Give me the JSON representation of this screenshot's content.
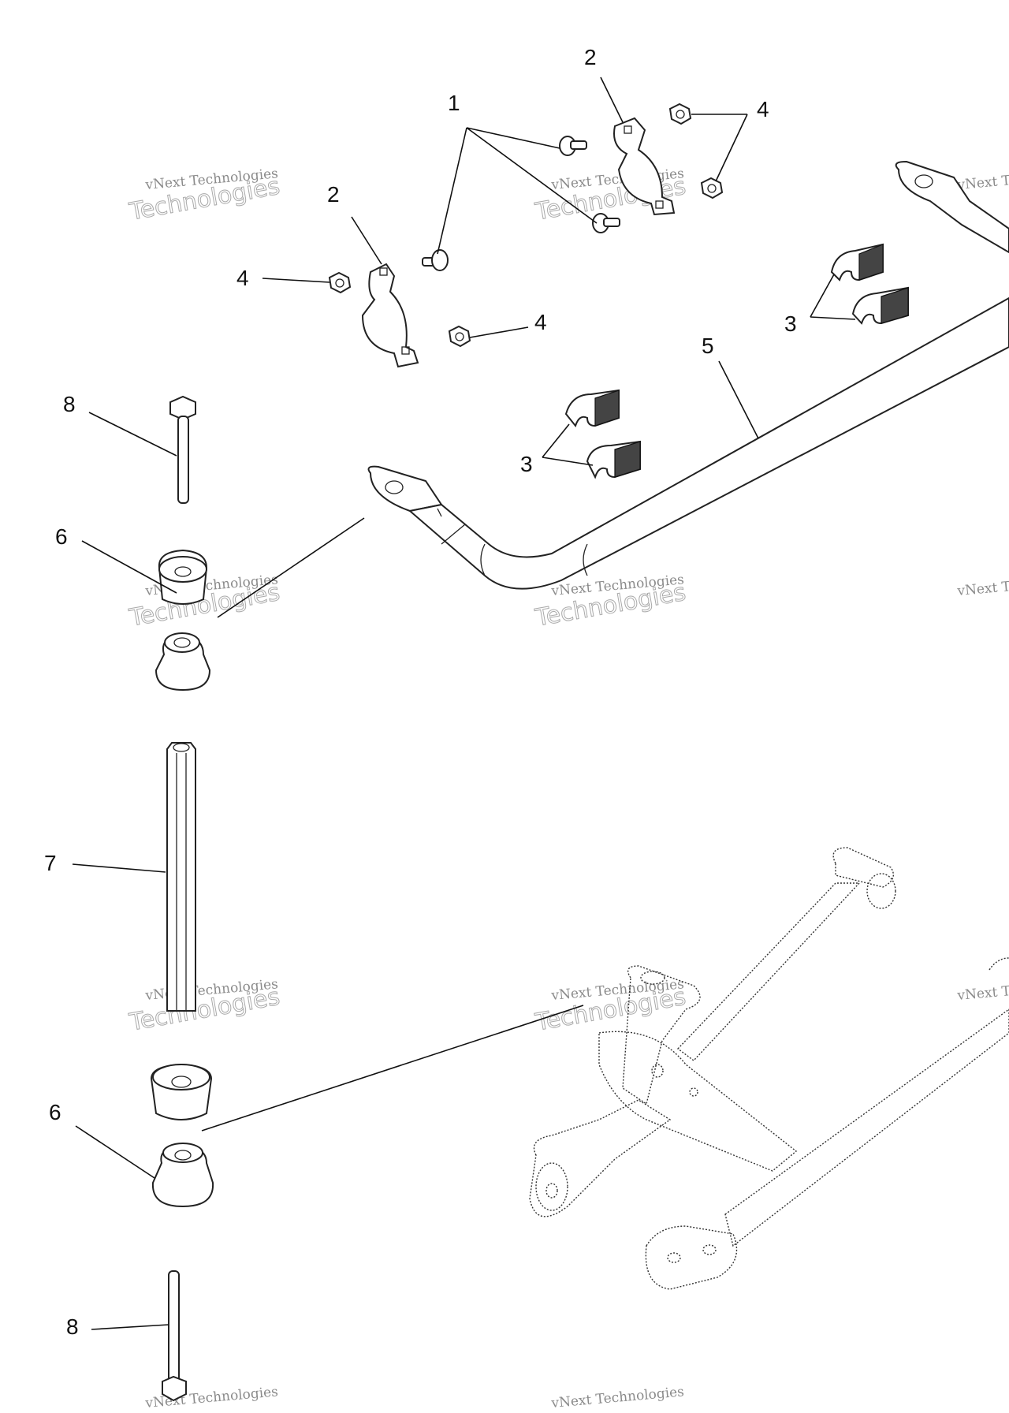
{
  "watermark": {
    "line1": "vNext Technologies",
    "line2": "Technologies",
    "logo": "vNext"
  },
  "callouts": {
    "c1": "1",
    "c2a": "2",
    "c2b": "2",
    "c3a": "3",
    "c3b": "3",
    "c4a": "4",
    "c4b": "4",
    "c4c": "4",
    "c5": "5",
    "c6a": "6",
    "c6b": "6",
    "c7": "7",
    "c8a": "8",
    "c8b": "8"
  }
}
